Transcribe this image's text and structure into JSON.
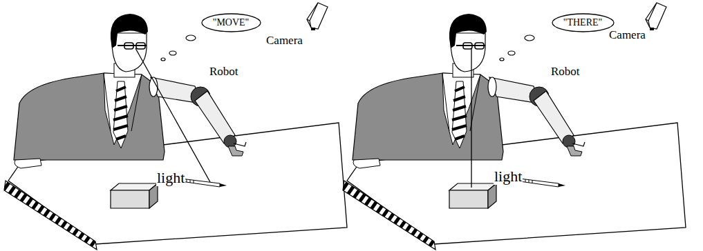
{
  "diagram": {
    "nodes": [
      {
        "text": [
          "\"MOVE\""
        ]
      },
      {
        "text": [
          "\"THERE\""
        ]
      }
    ],
    "labels": [
      "Camera",
      "Robot",
      "light",
      "Camera",
      "Robot",
      "light"
    ]
  }
}
